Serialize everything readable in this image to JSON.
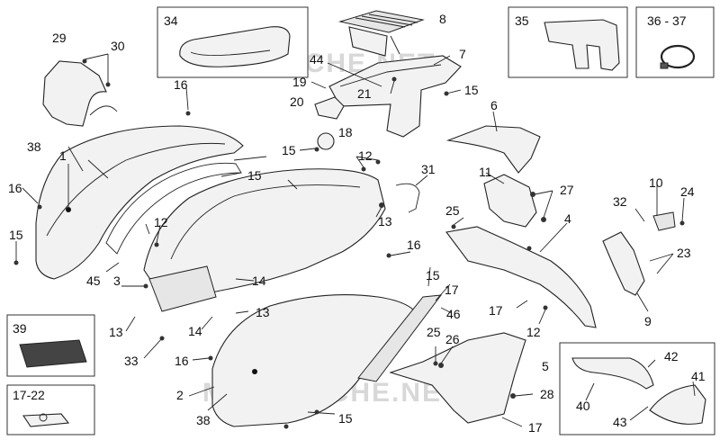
{
  "watermarks": [
    "MICROFICHE.NET",
    "MICROFICHE.NET"
  ],
  "boxes": {
    "b34": "34",
    "b35": "35",
    "b36": "36 - 37",
    "b39": "39",
    "b17": "17-22"
  },
  "labels": {
    "l1": "1",
    "l2": "2",
    "l3": "3",
    "l4": "4",
    "l5": "5",
    "l6": "6",
    "l7": "7",
    "l8": "8",
    "l9": "9",
    "l10": "10",
    "l11": "11",
    "l12a": "12",
    "l12b": "12",
    "l12c": "12",
    "l13a": "13",
    "l13b": "13",
    "l13c": "13",
    "l14a": "14",
    "l14b": "14",
    "l15a": "15",
    "l15b": "15",
    "l15c": "15",
    "l15d": "15",
    "l15e": "15",
    "l15f": "15",
    "l16a": "16",
    "l16b": "16",
    "l16c": "16",
    "l16d": "16",
    "l17a": "17",
    "l17b": "17",
    "l17c": "17",
    "l18": "18",
    "l19": "19",
    "l20": "20",
    "l21": "21",
    "l23": "23",
    "l24": "24",
    "l25a": "25",
    "l25b": "25",
    "l26": "26",
    "l27": "27",
    "l28": "28",
    "l29": "29",
    "l30": "30",
    "l31": "31",
    "l32": "32",
    "l33": "33",
    "l38a": "38",
    "l38b": "38",
    "l40": "40",
    "l41": "41",
    "l42": "42",
    "l43": "43",
    "l44": "44",
    "l45": "45",
    "l46": "46"
  }
}
